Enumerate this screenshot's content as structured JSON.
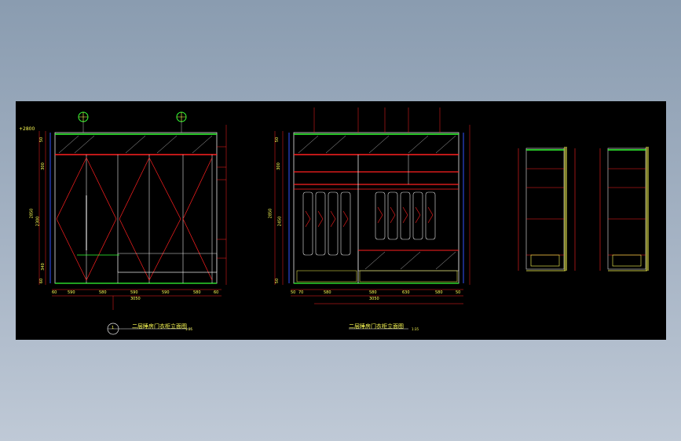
{
  "drawing": {
    "front_elevation_title": "二层睡房门衣柜立面图",
    "front_elevation_scale": "1:35",
    "inner_elevation_title": "二层睡房门衣柜立面图",
    "inner_elevation_scale": "1:35",
    "left_bottom_dims": [
      "60",
      "590",
      "580",
      "590",
      "590",
      "580",
      "60"
    ],
    "left_total": "3050",
    "right_bottom_dims": [
      "50",
      "70",
      "580",
      "580",
      "630",
      "580",
      "50"
    ],
    "right_total": "3050",
    "left_side_dims": [
      "50",
      "300",
      "2300",
      "2850",
      "340",
      "60"
    ],
    "left_elev_mark": "+2800",
    "right_side_dims": [
      "50",
      "300",
      "2450",
      "2850",
      "50"
    ],
    "callout_number": "1"
  },
  "colors": {
    "background": "#000000",
    "yellow": "#ffff55",
    "red": "#ff2020",
    "green": "#33ff33",
    "white": "#e6e6e6",
    "cyan": "#55ffff",
    "blue": "#3355ff"
  }
}
